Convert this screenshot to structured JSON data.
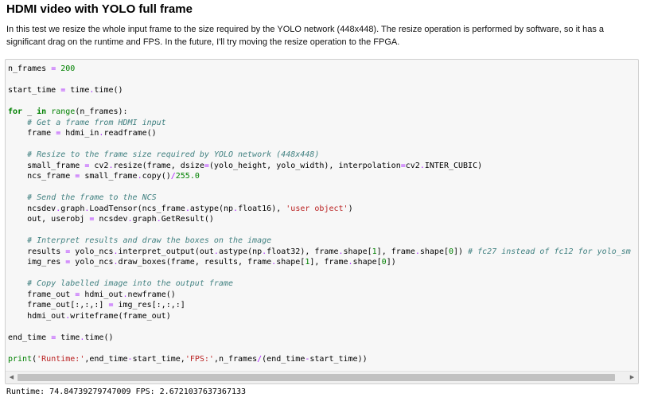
{
  "markdown": {
    "heading": "HDMI video with YOLO full frame",
    "description": "In this test we resize the whole input frame to the size required by the YOLO network (448x448). The resize operation is performed by software, so it has a significant drag on the runtime and FPS. In the future, I'll try moving the resize operation to the FPGA."
  },
  "code_lines": [
    [
      {
        "t": "n_frames "
      },
      {
        "t": "=",
        "c": "op"
      },
      {
        "t": " "
      },
      {
        "t": "200",
        "c": "num"
      }
    ],
    [],
    [
      {
        "t": "start_time "
      },
      {
        "t": "=",
        "c": "op"
      },
      {
        "t": " time"
      },
      {
        "t": ".",
        "c": "op"
      },
      {
        "t": "time()"
      }
    ],
    [],
    [
      {
        "t": "for",
        "c": "kw"
      },
      {
        "t": " _ "
      },
      {
        "t": "in",
        "c": "kw"
      },
      {
        "t": " "
      },
      {
        "t": "range",
        "c": "bi"
      },
      {
        "t": "(n_frames):"
      }
    ],
    [
      {
        "t": "    "
      },
      {
        "t": "# Get a frame from HDMI input",
        "c": "com"
      }
    ],
    [
      {
        "t": "    frame "
      },
      {
        "t": "=",
        "c": "op"
      },
      {
        "t": " hdmi_in"
      },
      {
        "t": ".",
        "c": "op"
      },
      {
        "t": "readframe()"
      }
    ],
    [],
    [
      {
        "t": "    "
      },
      {
        "t": "# Resize to the frame size required by YOLO network (448x448)",
        "c": "com"
      }
    ],
    [
      {
        "t": "    small_frame "
      },
      {
        "t": "=",
        "c": "op"
      },
      {
        "t": " cv2"
      },
      {
        "t": ".",
        "c": "op"
      },
      {
        "t": "resize(frame, dsize"
      },
      {
        "t": "=",
        "c": "op"
      },
      {
        "t": "(yolo_height, yolo_width), interpolation"
      },
      {
        "t": "=",
        "c": "op"
      },
      {
        "t": "cv2"
      },
      {
        "t": ".",
        "c": "op"
      },
      {
        "t": "INTER_CUBIC)"
      }
    ],
    [
      {
        "t": "    ncs_frame "
      },
      {
        "t": "=",
        "c": "op"
      },
      {
        "t": " small_frame"
      },
      {
        "t": ".",
        "c": "op"
      },
      {
        "t": "copy()"
      },
      {
        "t": "/",
        "c": "op"
      },
      {
        "t": "255.0",
        "c": "num"
      }
    ],
    [],
    [
      {
        "t": "    "
      },
      {
        "t": "# Send the frame to the NCS",
        "c": "com"
      }
    ],
    [
      {
        "t": "    ncsdev"
      },
      {
        "t": ".",
        "c": "op"
      },
      {
        "t": "graph"
      },
      {
        "t": ".",
        "c": "op"
      },
      {
        "t": "LoadTensor(ncs_frame"
      },
      {
        "t": ".",
        "c": "op"
      },
      {
        "t": "astype(np"
      },
      {
        "t": ".",
        "c": "op"
      },
      {
        "t": "float16), "
      },
      {
        "t": "'user object'",
        "c": "str"
      },
      {
        "t": ")"
      }
    ],
    [
      {
        "t": "    out, userobj "
      },
      {
        "t": "=",
        "c": "op"
      },
      {
        "t": " ncsdev"
      },
      {
        "t": ".",
        "c": "op"
      },
      {
        "t": "graph"
      },
      {
        "t": ".",
        "c": "op"
      },
      {
        "t": "GetResult()"
      }
    ],
    [],
    [
      {
        "t": "    "
      },
      {
        "t": "# Interpret results and draw the boxes on the image",
        "c": "com"
      }
    ],
    [
      {
        "t": "    results "
      },
      {
        "t": "=",
        "c": "op"
      },
      {
        "t": " yolo_ncs"
      },
      {
        "t": ".",
        "c": "op"
      },
      {
        "t": "interpret_output(out"
      },
      {
        "t": ".",
        "c": "op"
      },
      {
        "t": "astype(np"
      },
      {
        "t": ".",
        "c": "op"
      },
      {
        "t": "float32), frame"
      },
      {
        "t": ".",
        "c": "op"
      },
      {
        "t": "shape["
      },
      {
        "t": "1",
        "c": "num"
      },
      {
        "t": "], frame"
      },
      {
        "t": ".",
        "c": "op"
      },
      {
        "t": "shape["
      },
      {
        "t": "0",
        "c": "num"
      },
      {
        "t": "]) "
      },
      {
        "t": "# fc27 instead of fc12 for yolo_sm",
        "c": "com"
      }
    ],
    [
      {
        "t": "    img_res "
      },
      {
        "t": "=",
        "c": "op"
      },
      {
        "t": " yolo_ncs"
      },
      {
        "t": ".",
        "c": "op"
      },
      {
        "t": "draw_boxes(frame, results, frame"
      },
      {
        "t": ".",
        "c": "op"
      },
      {
        "t": "shape["
      },
      {
        "t": "1",
        "c": "num"
      },
      {
        "t": "], frame"
      },
      {
        "t": ".",
        "c": "op"
      },
      {
        "t": "shape["
      },
      {
        "t": "0",
        "c": "num"
      },
      {
        "t": "])"
      }
    ],
    [],
    [
      {
        "t": "    "
      },
      {
        "t": "# Copy labelled image into the output frame",
        "c": "com"
      }
    ],
    [
      {
        "t": "    frame_out "
      },
      {
        "t": "=",
        "c": "op"
      },
      {
        "t": " hdmi_out"
      },
      {
        "t": ".",
        "c": "op"
      },
      {
        "t": "newframe()"
      }
    ],
    [
      {
        "t": "    frame_out[:,:,:] "
      },
      {
        "t": "=",
        "c": "op"
      },
      {
        "t": " img_res[:,:,:]"
      }
    ],
    [
      {
        "t": "    hdmi_out"
      },
      {
        "t": ".",
        "c": "op"
      },
      {
        "t": "writeframe(frame_out)"
      }
    ],
    [],
    [
      {
        "t": "end_time "
      },
      {
        "t": "=",
        "c": "op"
      },
      {
        "t": " time"
      },
      {
        "t": ".",
        "c": "op"
      },
      {
        "t": "time()"
      }
    ],
    [],
    [
      {
        "t": "print",
        "c": "bi"
      },
      {
        "t": "("
      },
      {
        "t": "'Runtime:'",
        "c": "str"
      },
      {
        "t": ",end_time"
      },
      {
        "t": "-",
        "c": "op"
      },
      {
        "t": "start_time,"
      },
      {
        "t": "'FPS:'",
        "c": "str"
      },
      {
        "t": ",n_frames"
      },
      {
        "t": "/",
        "c": "op"
      },
      {
        "t": "(end_time"
      },
      {
        "t": "-",
        "c": "op"
      },
      {
        "t": "start_time))"
      }
    ]
  ],
  "scrollbar": {
    "left_arrow": "◀",
    "right_arrow": "▶"
  },
  "output": {
    "text": "Runtime: 74.84739279747009 FPS: 2.6721037637367133"
  },
  "colors": {
    "keyword": "#008000",
    "number": "#008000",
    "string": "#ba2121",
    "comment": "#408080",
    "operator": "#aa22ff",
    "cell_background": "#f7f7f7"
  }
}
